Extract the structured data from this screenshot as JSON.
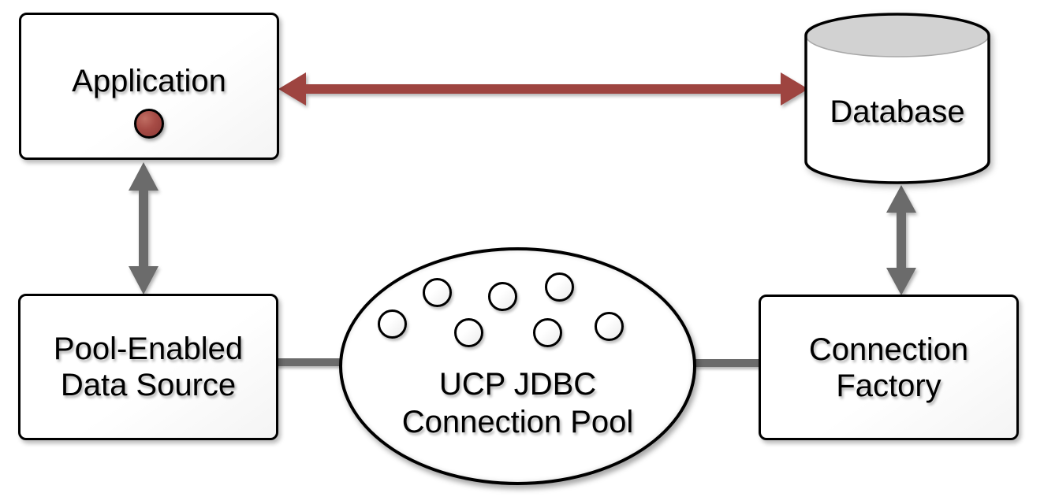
{
  "nodes": {
    "application": {
      "label": "Application"
    },
    "database": {
      "label": "Database"
    },
    "pool_data_source": {
      "line1": "Pool-Enabled",
      "line2": "Data Source"
    },
    "connection_factory": {
      "line1": "Connection",
      "line2": "Factory"
    },
    "connection_pool": {
      "line1": "UCP JDBC",
      "line2": "Connection Pool",
      "circle_count": 7
    }
  },
  "edges": [
    {
      "from": "Application",
      "to": "Database",
      "type": "double-arrow",
      "color": "red"
    },
    {
      "from": "Application",
      "to": "Pool-Enabled Data Source",
      "type": "double-arrow",
      "color": "gray"
    },
    {
      "from": "Database",
      "to": "Connection Factory",
      "type": "double-arrow",
      "color": "gray"
    },
    {
      "from": "Pool-Enabled Data Source",
      "to": "UCP JDBC Connection Pool",
      "type": "line",
      "color": "gray"
    },
    {
      "from": "UCP JDBC Connection Pool",
      "to": "Connection Factory",
      "type": "line",
      "color": "gray"
    }
  ],
  "colors": {
    "arrow_red": "#9e4440",
    "arrow_gray": "#6b6b6b",
    "cylinder_top": "#d2d2d2",
    "node_fill": "#ffffff",
    "outline": "#000000",
    "dot_red": "#a64b45",
    "background": "#ffffff"
  }
}
